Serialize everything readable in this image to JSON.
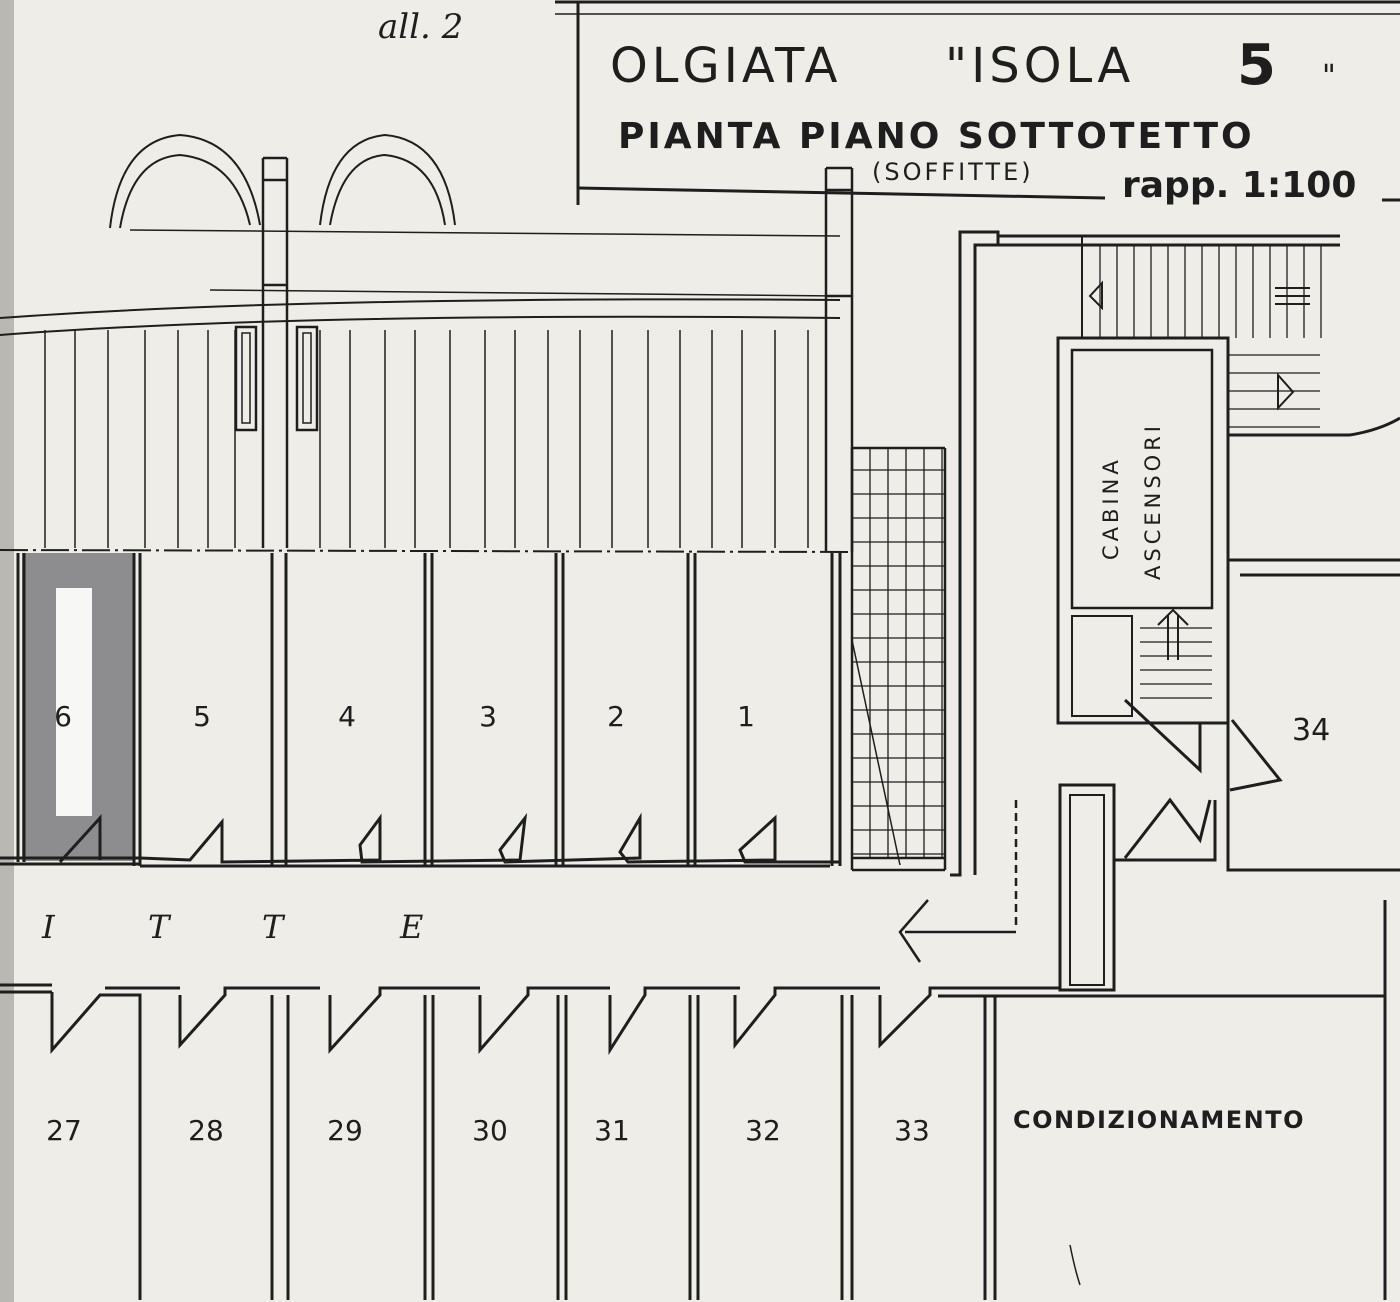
{
  "annotation": "all. 2",
  "title": {
    "line1_left": "OLGIATA",
    "line1_quote": "\"ISOLA",
    "line1_number": "5",
    "line1_close": "\"",
    "line2": "PIANTA  PIANO SOTTOTETTO",
    "subtitle": "(SOFFITTE)",
    "scale": "rapp. 1:100"
  },
  "upper_units": [
    {
      "label": "6",
      "shaded": true
    },
    {
      "label": "5"
    },
    {
      "label": "4"
    },
    {
      "label": "3"
    },
    {
      "label": "2"
    },
    {
      "label": "1"
    }
  ],
  "corridor_letters": [
    "I",
    "T",
    "T",
    "E"
  ],
  "lower_units": [
    "27",
    "28",
    "29",
    "30",
    "31",
    "32",
    "33"
  ],
  "plant_room": "CONDIZIONAMENTO",
  "side_unit": "34",
  "elevator": {
    "line1": "CABINA",
    "line2": "ASCENSORI"
  },
  "colors": {
    "paper": "#eeede8",
    "ink": "#1e1e1e",
    "shade": "#8d8d8f",
    "light": "#f7f7f5"
  }
}
